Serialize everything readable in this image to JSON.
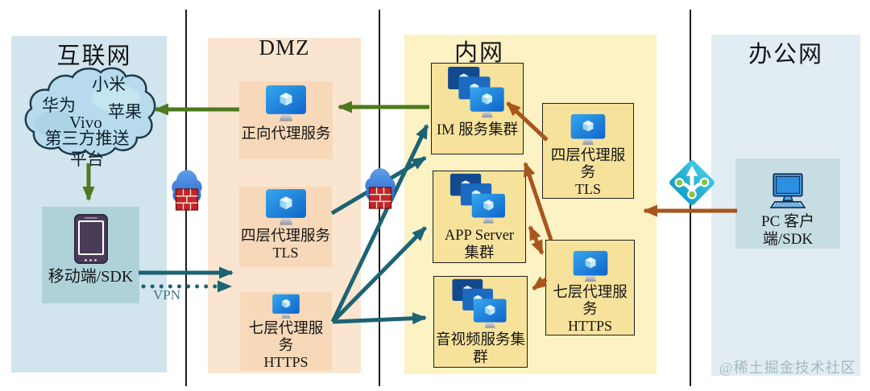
{
  "zones": {
    "internet": {
      "title": "互联网"
    },
    "dmz": {
      "title": "DMZ"
    },
    "intranet": {
      "title": "内网"
    },
    "office": {
      "title": "办公网"
    }
  },
  "internet": {
    "cloud": {
      "xiaomi": "小米",
      "huawei": "华为",
      "apple": "苹果",
      "vivo": "Vivo",
      "platform": "第三方推送\n平台"
    },
    "mobile": {
      "label": "移动端/SDK"
    },
    "vpn_label": "VPN"
  },
  "dmz": {
    "forward_proxy": {
      "label": "正向代理服务"
    },
    "l4_proxy": {
      "label": "四层代理服务",
      "protocol": "TLS"
    },
    "l7_proxy": {
      "label": "七层代理服务",
      "protocol": "HTTPS"
    }
  },
  "intranet": {
    "im_cluster": {
      "label": "IM 服务集群"
    },
    "app_cluster": {
      "line1": "APP Server",
      "line2": "集群"
    },
    "av_cluster": {
      "label": "音视频服务集群"
    },
    "l4_proxy": {
      "label": "四层代理服务",
      "protocol": "TLS"
    },
    "l7_proxy": {
      "label": "七层代理服务",
      "protocol": "HTTPS"
    }
  },
  "office": {
    "pc": {
      "label": "PC 客户端/SDK"
    }
  },
  "watermark": "@稀土掘金技术社区",
  "icons": {
    "cloud-icon": "internet third-party push platform cloud",
    "smartphone-icon": "mobile client",
    "firewall-icon": "cloud with brick wall",
    "proxy-server-icon": "azure monitor with cube",
    "server-cluster-icon": "three stacked monitors with cubes",
    "gateway-icon": "azure application gateway diamond",
    "pc-icon": "desktop computer with keyboard"
  },
  "colors": {
    "arrow_green": "#4d7a1e",
    "arrow_teal": "#1c6374",
    "arrow_brown": "#a8561c",
    "zone_internet_bg": "#d2e4ed",
    "zone_dmz_bg": "#fae5d0",
    "zone_intranet_bg": "#fdf2c4",
    "zone_office_bg": "#e1edf3",
    "dmz_box_bg": "#f7d9b9",
    "intranet_box_bg": "#f7e29c",
    "mobile_box_bg": "#aed2d8",
    "pc_box_bg": "#c6dde3"
  }
}
